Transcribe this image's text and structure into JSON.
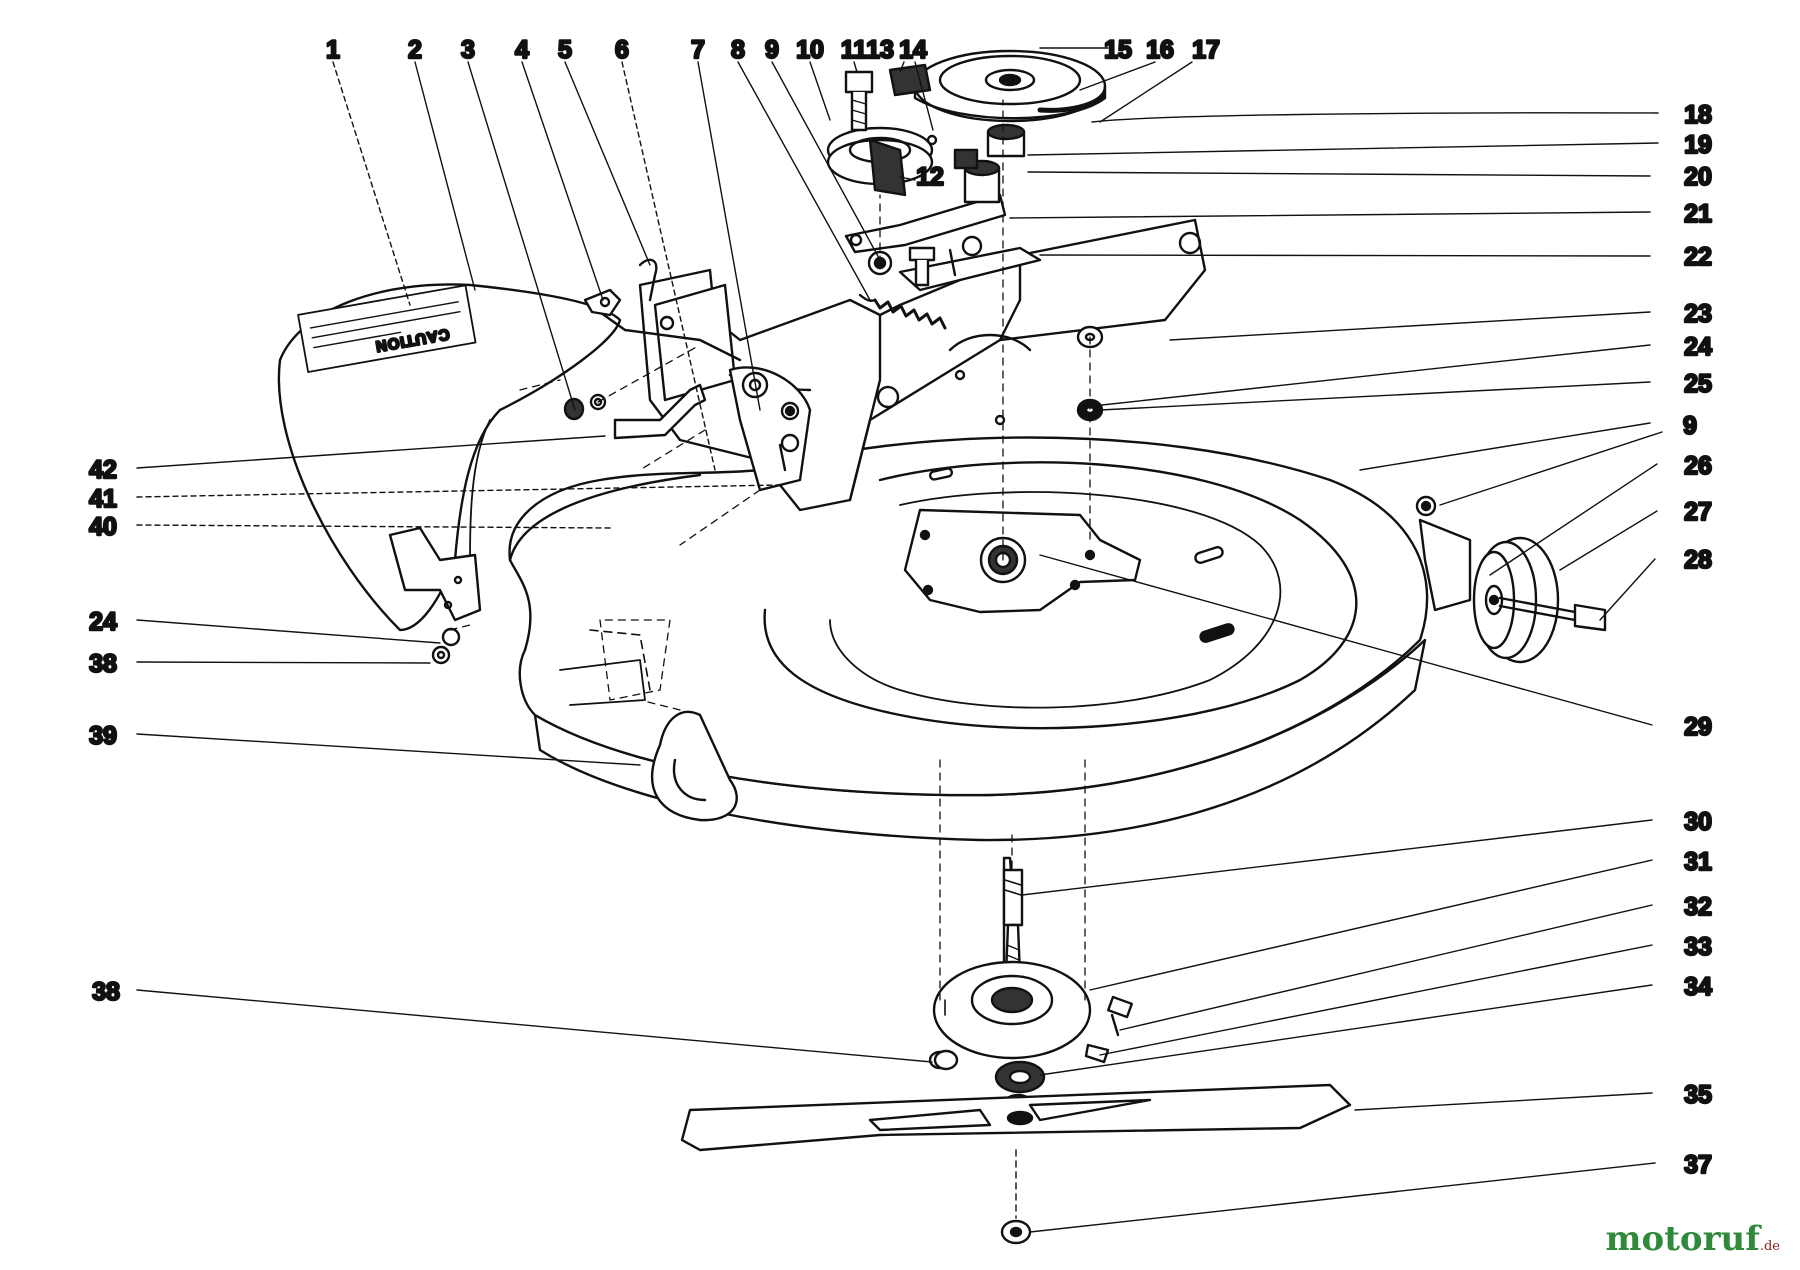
{
  "diagram": {
    "decal_text": "CAUTION",
    "bottom_title_partial": "",
    "watermark": {
      "brand": "motoruf",
      "tld": ".de"
    },
    "colors": {
      "ink": "#111111",
      "brand_green": "#2f8a3b",
      "brand_red": "#8a1f1f"
    },
    "callouts": [
      "1",
      "2",
      "3",
      "4",
      "5",
      "6",
      "7",
      "8",
      "9",
      "10",
      "11",
      "13",
      "14",
      "15",
      "16",
      "17",
      "18",
      "19",
      "20",
      "21",
      "22",
      "23",
      "24",
      "25",
      "9",
      "26",
      "27",
      "28",
      "29",
      "42",
      "41",
      "40",
      "24",
      "38",
      "39",
      "12",
      "30",
      "31",
      "32",
      "33",
      "34",
      "35",
      "37",
      "38"
    ]
  }
}
